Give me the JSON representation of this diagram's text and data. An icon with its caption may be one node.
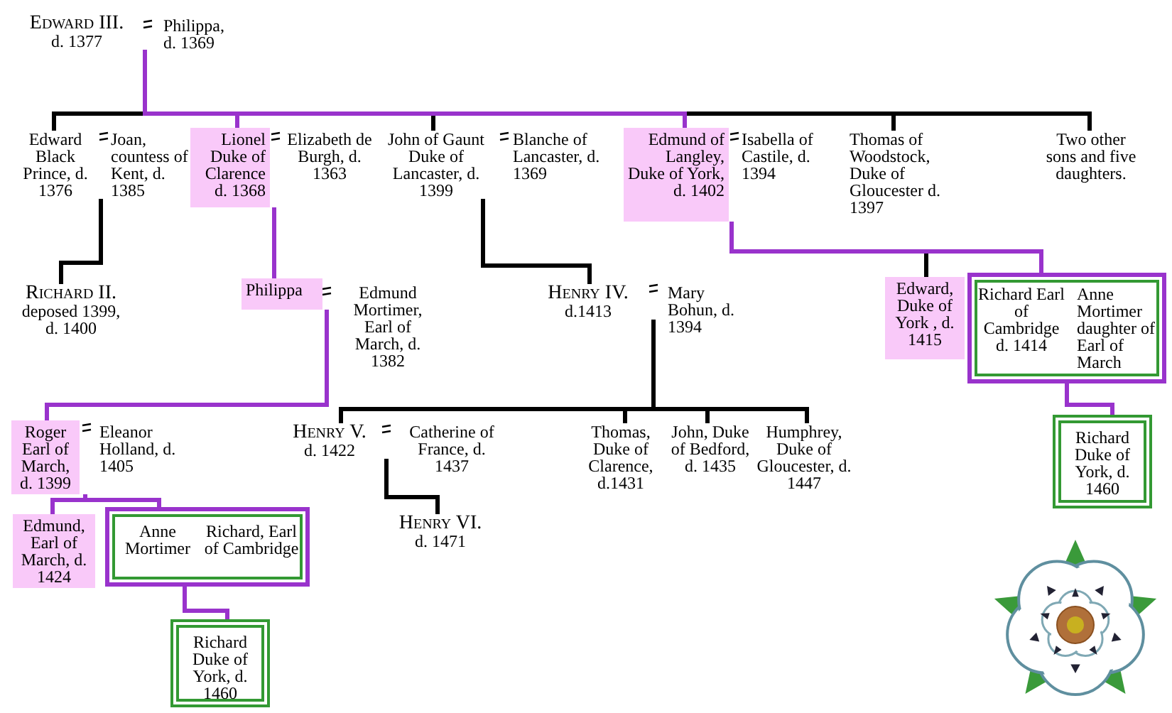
{
  "diagram": {
    "nodes": [
      {
        "text": [
          "Edward III.",
          "d. 1377"
        ]
      },
      {
        "text": [
          "Philippa, d. 1369"
        ]
      },
      {
        "text": [
          "Edward Black Prince, d. 1376"
        ]
      },
      {
        "text": [
          "Joan, countess of Kent, d. 1385"
        ]
      },
      {
        "text": [
          "Lionel Duke of Clarence d. 1368"
        ]
      },
      {
        "text": [
          "Elizabeth de Burgh, d. 1363"
        ]
      },
      {
        "text": [
          "John of Gaunt Duke of Lancaster, d. 1399"
        ]
      },
      {
        "text": [
          "Blanche of Lancaster, d. 1369"
        ]
      },
      {
        "text": [
          "Edmund of Langley, Duke of York, d. 1402"
        ]
      },
      {
        "text": [
          "Isabella of Castile, d. 1394"
        ]
      },
      {
        "text": [
          "Thomas of Woodstock, Duke of Gloucester d. 1397"
        ]
      },
      {
        "text": [
          "Two other sons and five daughters."
        ]
      },
      {
        "text": [
          "Richard II.",
          "deposed 1399, d. 1400"
        ]
      },
      {
        "text": [
          "Philippa"
        ]
      },
      {
        "text": [
          "Edmund Mortimer, Earl of March, d. 1382"
        ]
      },
      {
        "text": [
          "Henry IV.",
          "d.1413"
        ]
      },
      {
        "text": [
          "Mary Bohun, d. 1394"
        ]
      },
      {
        "text": [
          "Edward, Duke of York , d. 1415"
        ]
      },
      {
        "text": [],
        "shape": "box"
      },
      {
        "text": [
          "Richard Earl of Cambridge d. 1414"
        ],
        "in": 18
      },
      {
        "text": [
          "Anne Mortimer daughter of Earl of March"
        ],
        "in": 18
      },
      {
        "text": [
          "Richard Duke of York, d. 1460"
        ]
      },
      {
        "text": [
          "Roger Earl of March, d. 1399"
        ]
      },
      {
        "text": [
          "Eleanor Holland, d. 1405"
        ]
      },
      {
        "text": [
          "Henry V.",
          "d. 1422"
        ]
      },
      {
        "text": [
          "Catherine of France, d. 1437"
        ]
      },
      {
        "text": [
          "Thomas, Duke of Clarence, d.1431"
        ]
      },
      {
        "text": [
          "John, Duke of Bedford, d. 1435"
        ]
      },
      {
        "text": [
          "Humphrey, Duke of Gloucester, d. 1447"
        ]
      },
      {
        "text": [
          "Edmund, Earl of March, d. 1424"
        ]
      },
      {
        "text": [],
        "shape": "box"
      },
      {
        "text": [
          "Anne Mortimer"
        ],
        "in": 30
      },
      {
        "text": [
          "Richard, Earl of Cambridge"
        ],
        "in": 30
      },
      {
        "text": [
          "Henry VI.",
          "d. 1471"
        ]
      },
      {
        "text": [
          "Richard Duke of York, d. 1460"
        ]
      }
    ],
    "edges": [
      {
        "from": 0,
        "to": 2,
        "arrow": "none"
      },
      {
        "from": 0,
        "to": 4,
        "arrow": "none",
        "color": "#9933cc"
      },
      {
        "from": 0,
        "to": 6,
        "arrow": "none"
      },
      {
        "from": 0,
        "to": 8,
        "arrow": "none",
        "color": "#9933cc"
      },
      {
        "from": 0,
        "to": 10,
        "arrow": "none"
      },
      {
        "from": 0,
        "to": 11,
        "arrow": "none"
      },
      {
        "from": 2,
        "to": 12,
        "arrow": "none"
      },
      {
        "from": 4,
        "to": 13,
        "arrow": "none",
        "color": "#9933cc"
      },
      {
        "from": 6,
        "to": 15,
        "arrow": "none"
      },
      {
        "from": 8,
        "to": 17,
        "arrow": "none"
      },
      {
        "from": 8,
        "to": 18,
        "arrow": "none",
        "color": "#9933cc"
      },
      {
        "from": 13,
        "to": 22,
        "arrow": "none",
        "color": "#9933cc"
      },
      {
        "from": 15,
        "to": 24,
        "arrow": "none"
      },
      {
        "from": 15,
        "to": 26,
        "arrow": "none"
      },
      {
        "from": 15,
        "to": 27,
        "arrow": "none"
      },
      {
        "from": 15,
        "to": 28,
        "arrow": "none"
      },
      {
        "from": 19,
        "to": 21,
        "arrow": "none",
        "color": "#9933cc"
      },
      {
        "from": 22,
        "to": 29,
        "arrow": "none",
        "color": "#9933cc"
      },
      {
        "from": 22,
        "to": 30,
        "arrow": "none",
        "color": "#9933cc"
      },
      {
        "from": 24,
        "to": 33,
        "arrow": "none"
      },
      {
        "from": 30,
        "to": 34,
        "arrow": "none",
        "color": "#9933cc"
      }
    ]
  }
}
